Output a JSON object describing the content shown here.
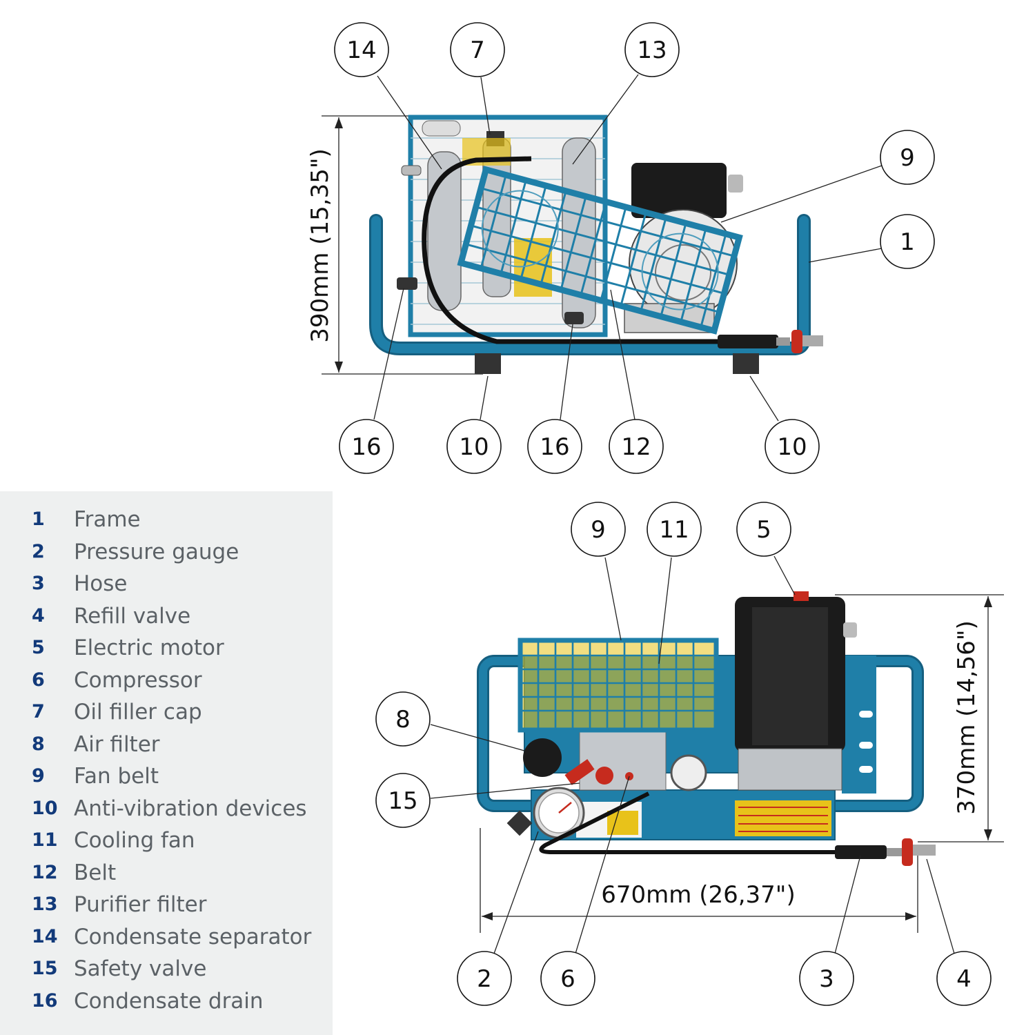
{
  "top_view": {
    "height_dimension": "390mm (15,35\")",
    "callouts": [
      {
        "id": "top-14",
        "number": "14"
      },
      {
        "id": "top-7",
        "number": "7"
      },
      {
        "id": "top-13",
        "number": "13"
      },
      {
        "id": "top-9",
        "number": "9"
      },
      {
        "id": "top-1",
        "number": "1"
      },
      {
        "id": "top-16a",
        "number": "16"
      },
      {
        "id": "top-10a",
        "number": "10"
      },
      {
        "id": "top-16b",
        "number": "16"
      },
      {
        "id": "top-12",
        "number": "12"
      },
      {
        "id": "top-10b",
        "number": "10"
      }
    ]
  },
  "bottom_view": {
    "height_dimension": "370mm (14,56\")",
    "width_dimension": "670mm (26,37\")",
    "callouts": [
      {
        "id": "bot-9",
        "number": "9"
      },
      {
        "id": "bot-11",
        "number": "11"
      },
      {
        "id": "bot-5",
        "number": "5"
      },
      {
        "id": "bot-8",
        "number": "8"
      },
      {
        "id": "bot-15",
        "number": "15"
      },
      {
        "id": "bot-2",
        "number": "2"
      },
      {
        "id": "bot-6",
        "number": "6"
      },
      {
        "id": "bot-3",
        "number": "3"
      },
      {
        "id": "bot-4",
        "number": "4"
      }
    ]
  },
  "legend": [
    {
      "number": "1",
      "label": "Frame"
    },
    {
      "number": "2",
      "label": "Pressure gauge"
    },
    {
      "number": "3",
      "label": "Hose"
    },
    {
      "number": "4",
      "label": "Refill valve"
    },
    {
      "number": "5",
      "label": "Electric motor"
    },
    {
      "number": "6",
      "label": "Compressor"
    },
    {
      "number": "7",
      "label": "Oil filler cap"
    },
    {
      "number": "8",
      "label": "Air filter"
    },
    {
      "number": "9",
      "label": "Fan belt"
    },
    {
      "number": "10",
      "label": "Anti-vibration devices"
    },
    {
      "number": "11",
      "label": "Cooling fan"
    },
    {
      "number": "12",
      "label": "Belt"
    },
    {
      "number": "13",
      "label": "Purifier filter"
    },
    {
      "number": "14",
      "label": "Condensate separator"
    },
    {
      "number": "15",
      "label": "Safety valve"
    },
    {
      "number": "16",
      "label": "Condensate drain"
    }
  ],
  "colors": {
    "frame_blue": "#1f7fa8",
    "frame_blue_dark": "#155f80",
    "motor_black": "#1b1b1b",
    "cylinder_grey": "#c4c8cc",
    "accent_yellow": "#e8c21a",
    "accent_red": "#c62b1e",
    "legend_number_blue": "#123a7a"
  }
}
